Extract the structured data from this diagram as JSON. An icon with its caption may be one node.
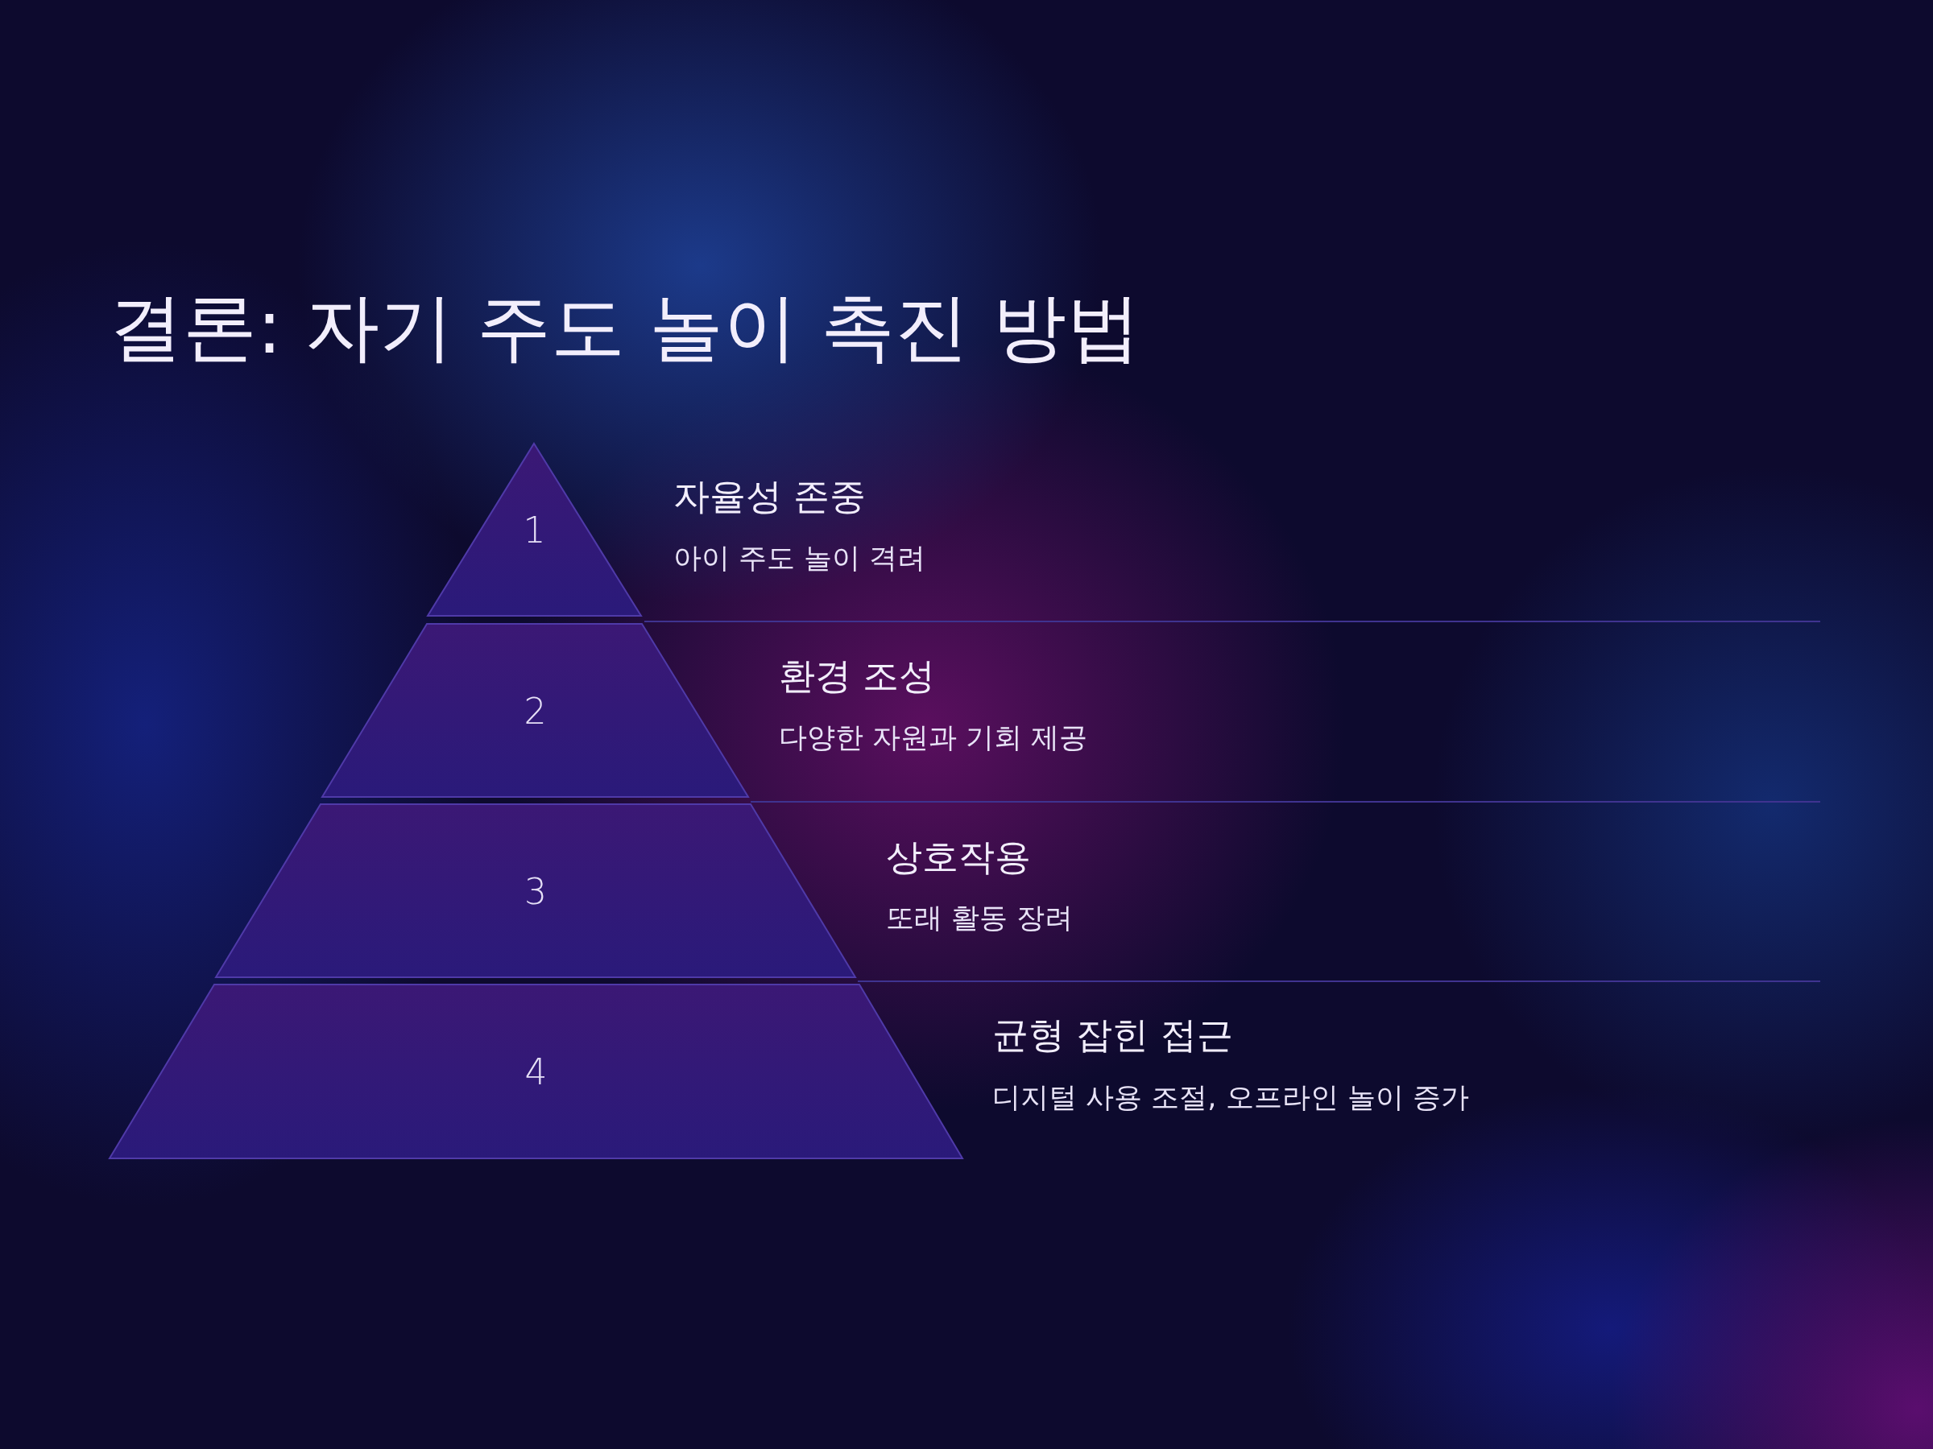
{
  "diagram": {
    "title": "결론: 자기 주도 놀이 촉진 방법",
    "nodes": [
      {
        "text": [
          "1"
        ],
        "beside": [
          "자율성 존중",
          "아이 주도 놀이 격려"
        ]
      },
      {
        "text": [
          "2"
        ],
        "beside": [
          "환경 조성",
          "다양한 자원과 기회 제공"
        ]
      },
      {
        "text": [
          "3"
        ],
        "beside": [
          "상호작용",
          "또래 활동 장려"
        ]
      },
      {
        "text": [
          "4"
        ],
        "beside": [
          "균형 잡힌 접근",
          "디지털 사용 조절, 오프라인 놀이 증가"
        ]
      }
    ]
  }
}
